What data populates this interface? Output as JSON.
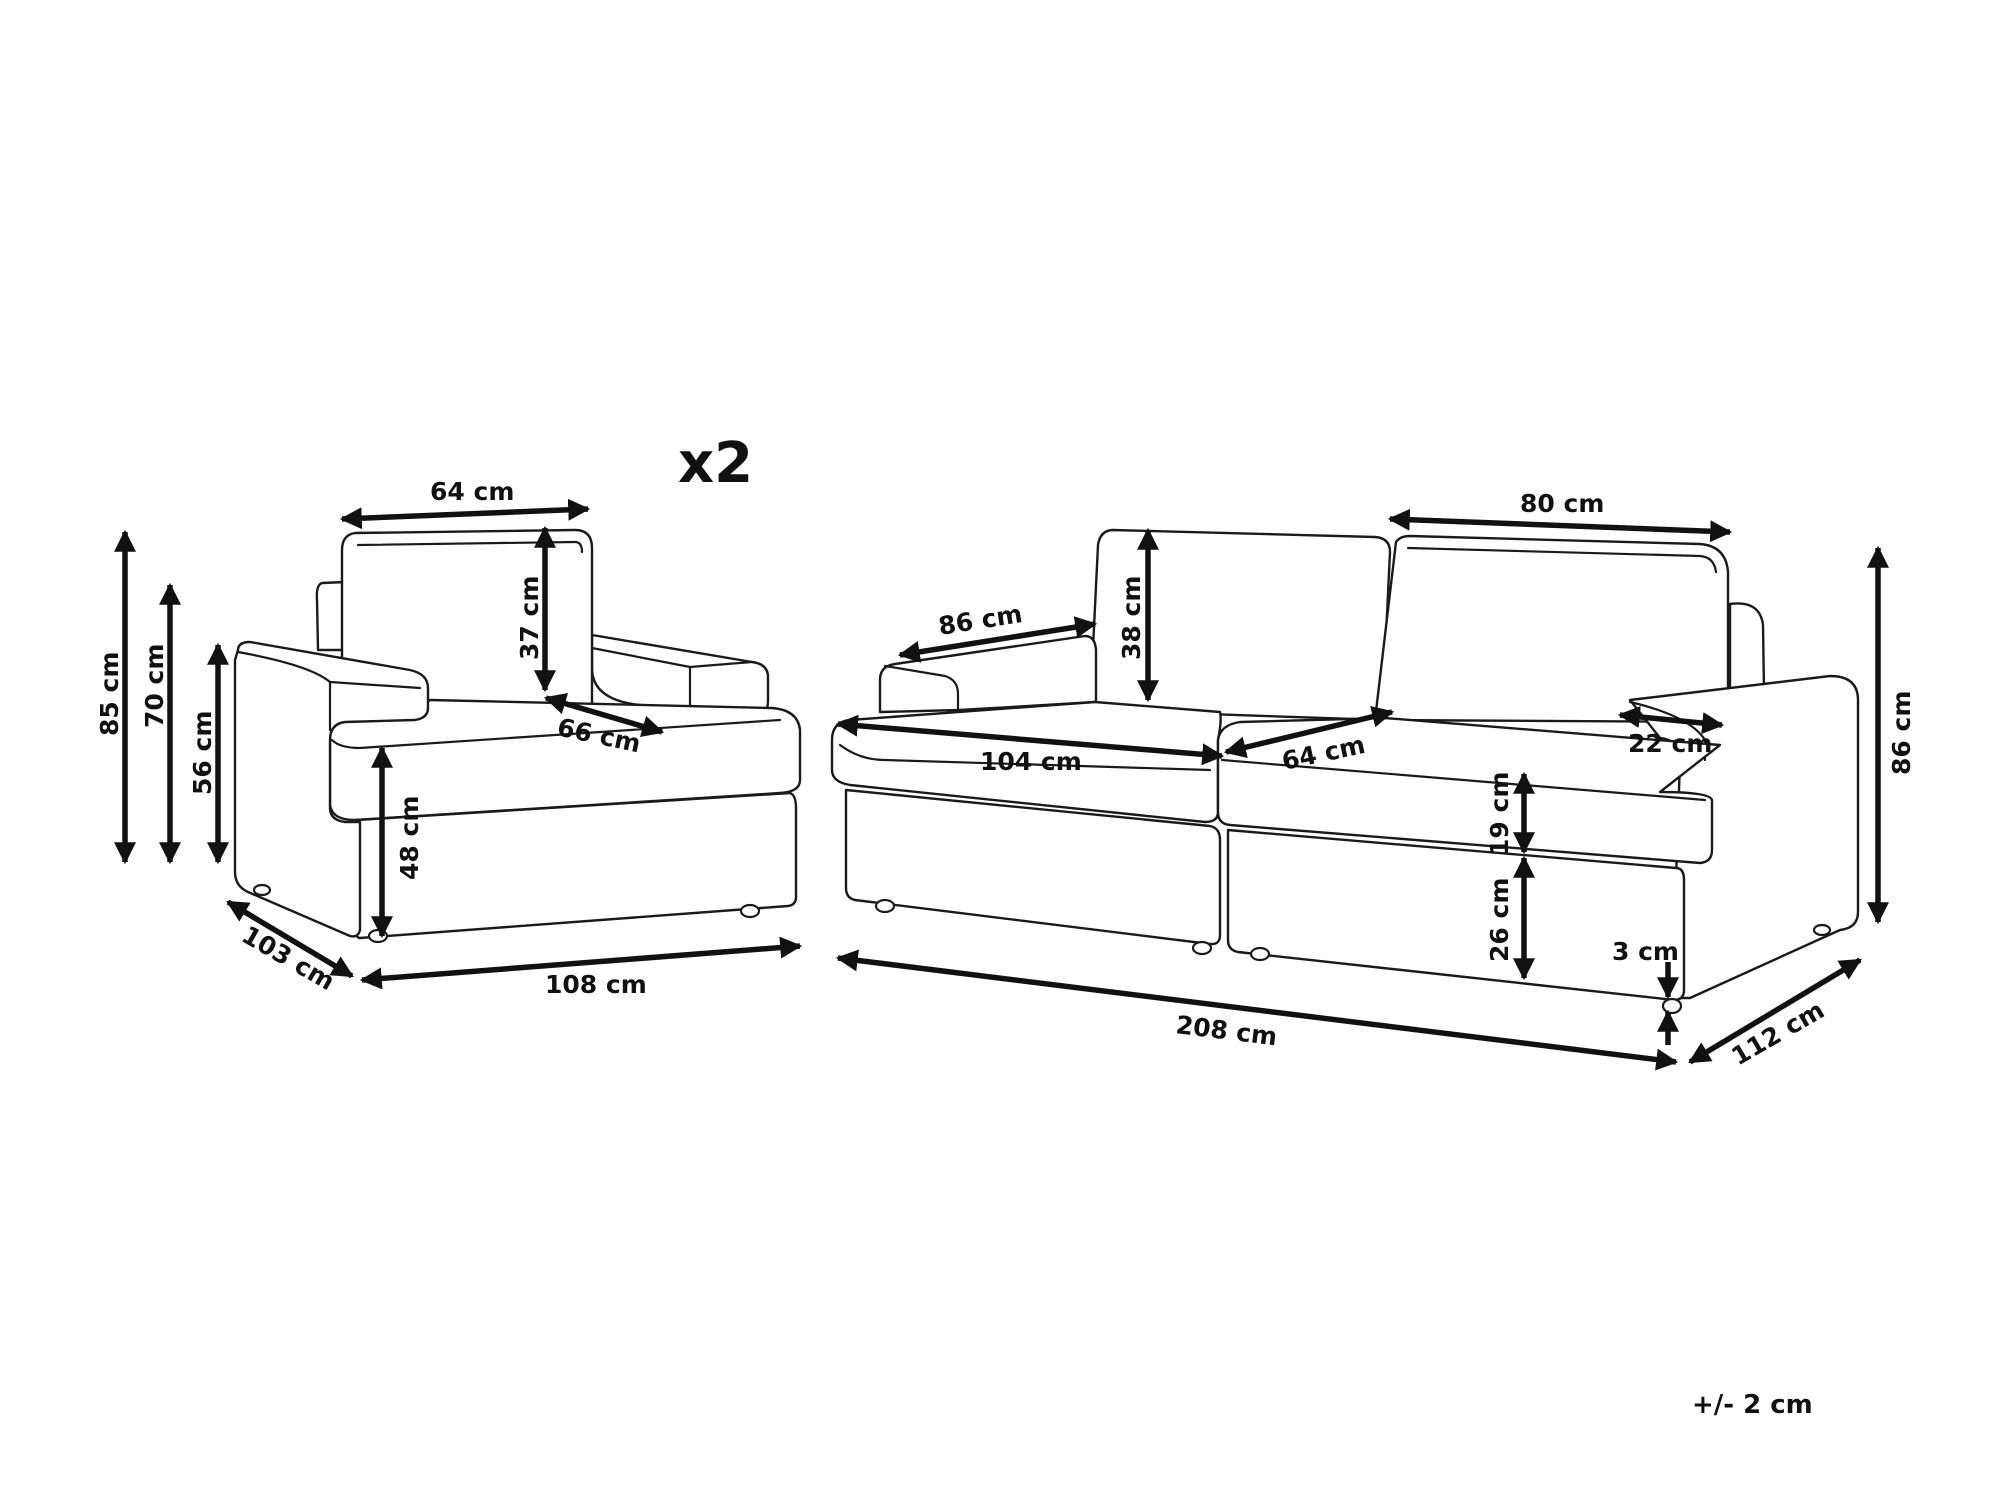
{
  "quantity_label": "x2",
  "tolerance_label": "+/- 2 cm",
  "armchair": {
    "total_height": "85 cm",
    "back_height": "70 cm",
    "arm_height": "56 cm",
    "seat_height": "48 cm",
    "backrest_height": "37 cm",
    "backrest_width": "64 cm",
    "seat_depth": "66 cm",
    "depth": "103 cm",
    "width": "108 cm"
  },
  "sofa": {
    "backrest_width": "80 cm",
    "arm_length": "86 cm",
    "backrest_height": "38 cm",
    "seat_width": "104 cm",
    "seat_depth": "64 cm",
    "arm_width": "22 cm",
    "total_height": "86 cm",
    "cushion_thickness": "19 cm",
    "base_height": "26 cm",
    "leg_height": "3 cm",
    "width": "208 cm",
    "depth": "112 cm"
  }
}
